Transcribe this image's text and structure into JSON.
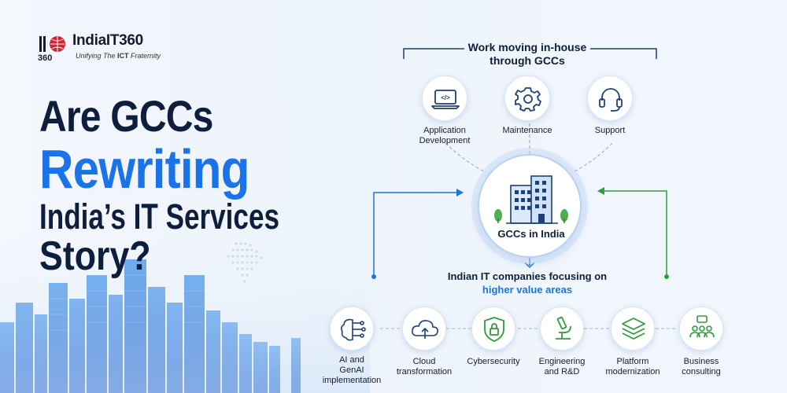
{
  "logo": {
    "name": "IndiaIT360",
    "mark_text": "360",
    "tagline_prefix": "Unifying The ",
    "tagline_bold": "ICT",
    "tagline_suffix": " Fraternity"
  },
  "headline": {
    "line1": "Are GCCs",
    "line2": "Rewriting",
    "line3": "India’s IT Services",
    "line4": "Story?"
  },
  "diagram": {
    "top_title_line1": "Work moving in-house",
    "top_title_line2": "through GCCs",
    "top_items": [
      {
        "label_line1": "Application",
        "label_line2": "Development",
        "icon": "laptop-code-icon"
      },
      {
        "label_line1": "Maintenance",
        "label_line2": "",
        "icon": "gear-icon"
      },
      {
        "label_line1": "Support",
        "label_line2": "",
        "icon": "headset-icon"
      }
    ],
    "center_label": "GCCs in India",
    "focus_line1": "Indian IT companies focusing on",
    "focus_line2": "higher value areas",
    "bottom_items": [
      {
        "label_line1": "AI and",
        "label_line2": "GenAI",
        "label_line3": "implementation",
        "icon": "ai-brain-icon"
      },
      {
        "label_line1": "Cloud",
        "label_line2": "transformation",
        "label_line3": "",
        "icon": "cloud-upload-icon"
      },
      {
        "label_line1": "Cybersecurity",
        "label_line2": "",
        "label_line3": "",
        "icon": "shield-lock-icon"
      },
      {
        "label_line1": "Engineering",
        "label_line2": "and R&D",
        "label_line3": "",
        "icon": "microscope-icon"
      },
      {
        "label_line1": "Platform",
        "label_line2": "modernization",
        "label_line3": "",
        "icon": "layers-icon"
      },
      {
        "label_line1": "Business",
        "label_line2": "consulting",
        "label_line3": "",
        "icon": "people-chat-icon"
      }
    ]
  },
  "colors": {
    "accent_blue": "#1a73e8",
    "navy": "#0d1f3c",
    "green": "#2e9d3a",
    "logo_red": "#d22630"
  }
}
